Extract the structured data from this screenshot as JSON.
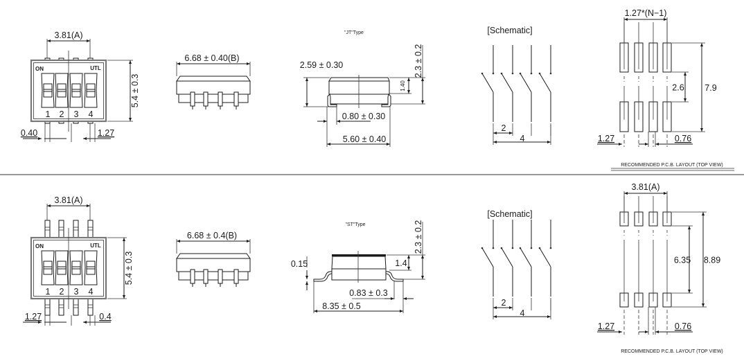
{
  "top_row": {
    "top_view": {
      "pitch_dim": "3.81(A)",
      "on_label": "ON",
      "brand": "UTL",
      "switch_numbers": [
        "1",
        "2",
        "3",
        "4"
      ],
      "height_dim": "5.4 ± 0.3",
      "pin_width_dim": "0.40",
      "pin_pitch_dim": "1.27"
    },
    "side_view": {
      "length_dim": "6.68 ± 0.40(B)"
    },
    "type_view": {
      "title": "\"JT\"Type",
      "standoff_dim": "2.59 ± 0.30",
      "body_height_dim": "1.40",
      "total_height_dim": "2.3 ± 0.2",
      "lead_dim": "0.80 ± 0.30",
      "width_dim": "5.60 ± 0.40"
    },
    "schematic": {
      "title": "[Schematic]",
      "pitch_dim": "2",
      "span_dim": "4"
    },
    "pcb_layout": {
      "pitch_dim": "1.27*(N−1)",
      "inner_dim": "2.6",
      "outer_dim": "7.9",
      "pad_pitch_dim": "1.27",
      "pad_width_dim": "0.76",
      "caption": "RECOMMENDED P.C.B. LAYOUT (TOP VIEW)"
    }
  },
  "bottom_row": {
    "top_view": {
      "pitch_dim": "3.81(A)",
      "on_label": "ON",
      "brand": "UTL",
      "switch_numbers": [
        "1",
        "2",
        "3",
        "4"
      ],
      "height_dim": "5.4 ± 0.3",
      "pin_pitch_dim": "1.27",
      "pin_width_dim": "0.4"
    },
    "side_view": {
      "length_dim": "6.68 ± 0.4(B)"
    },
    "type_view": {
      "title": "\"ST\"Type",
      "lead_thickness_dim": "0.15",
      "body_height_dim": "1.4",
      "total_height_dim": "2.3 ± 0.2",
      "lead_dim": "0.83 ± 0.3",
      "width_dim": "8.35 ± 0.5"
    },
    "schematic": {
      "title": "[Schematic]",
      "pitch_dim": "2",
      "span_dim": "4"
    },
    "pcb_layout": {
      "pitch_dim": "3.81(A)",
      "inner_dim": "6.35",
      "outer_dim": "8.89",
      "pad_pitch_dim": "1.27",
      "pad_width_dim": "0.76",
      "caption": "RECOMMENDED P.C.B. LAYOUT (TOP VIEW)"
    }
  }
}
